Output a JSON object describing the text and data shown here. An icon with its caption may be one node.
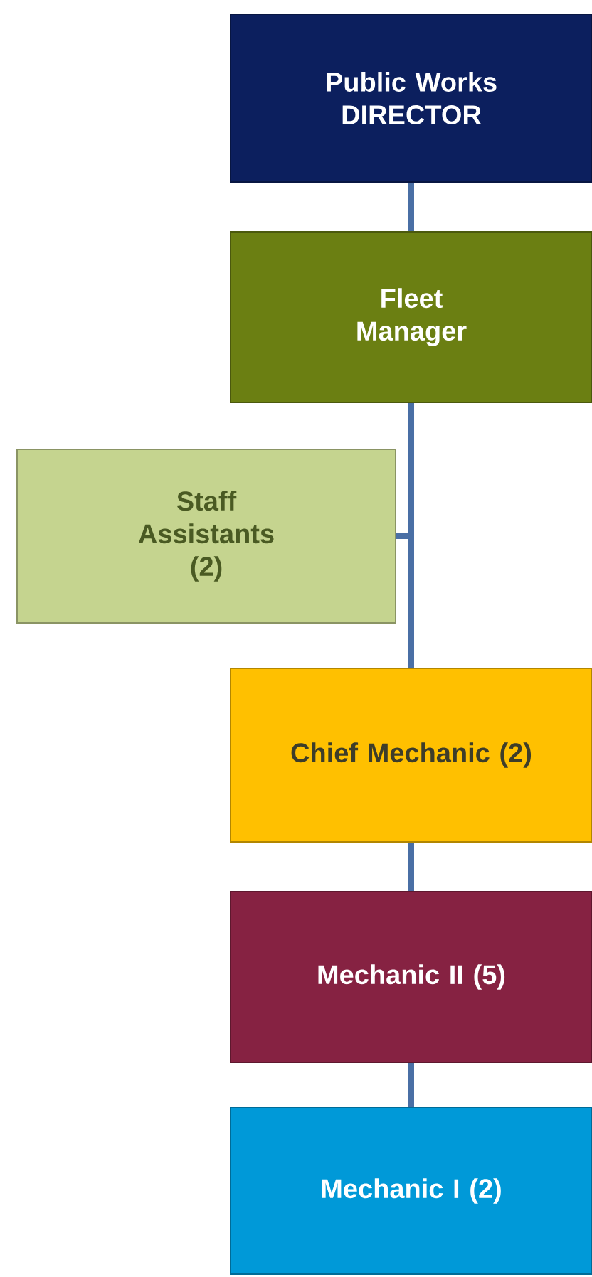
{
  "diagram": {
    "nodes": [
      {
        "text": [
          "Public Works DIRECTOR"
        ]
      },
      {
        "text": [
          "Fleet Manager"
        ]
      },
      {
        "text": [
          "Staff Assistants (2)"
        ]
      },
      {
        "text": [
          "Chief Mechanic (2)"
        ]
      },
      {
        "text": [
          "Mechanic II (5)"
        ]
      },
      {
        "text": [
          "Mechanic I (2)"
        ]
      }
    ],
    "edges": [
      {
        "from": 0,
        "to": 1,
        "arrow": "none"
      },
      {
        "from": 1,
        "to": 2,
        "arrow": "none"
      },
      {
        "from": 1,
        "to": 3,
        "arrow": "none"
      },
      {
        "from": 3,
        "to": 4,
        "arrow": "none"
      },
      {
        "from": 4,
        "to": 5,
        "arrow": "none"
      }
    ]
  }
}
